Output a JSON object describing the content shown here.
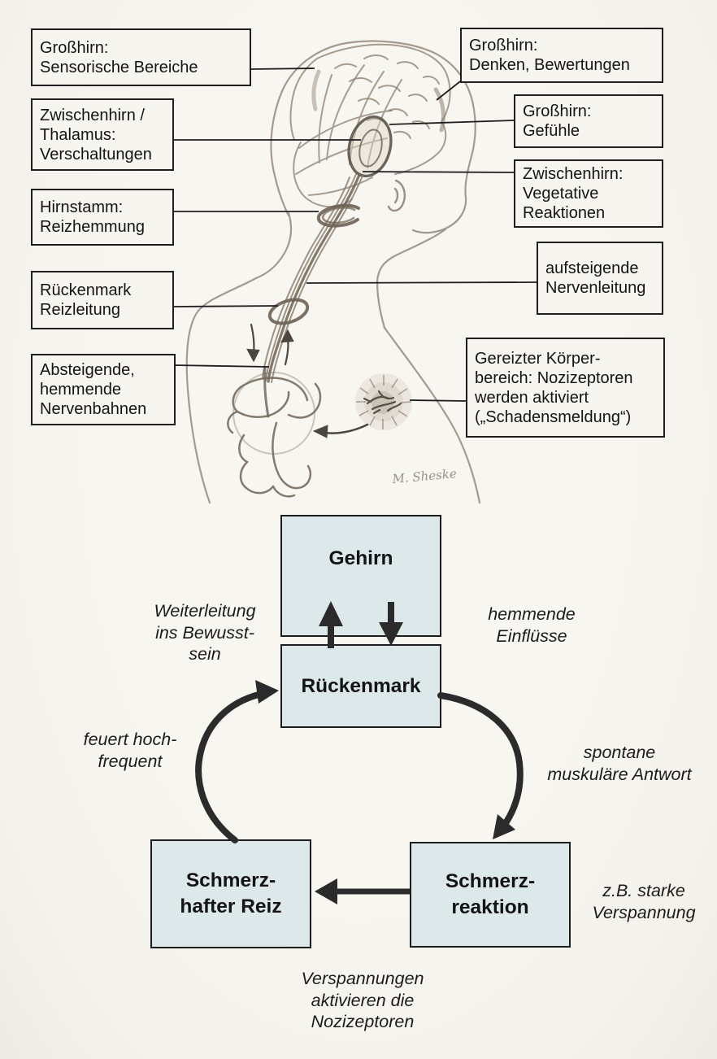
{
  "anatomy": {
    "labels_left": [
      {
        "text": "Großhirn:\nSensorische Bereiche"
      },
      {
        "text": "Zwischenhirn /\nThalamus:\nVerschaltungen"
      },
      {
        "text": "Hirnstamm:\nReizhemmung"
      },
      {
        "text": "Rückenmark\nReizleitung"
      },
      {
        "text": "Absteigende,\nhemmende\nNervenbahnen"
      }
    ],
    "labels_right": [
      {
        "text": "Großhirn:\nDenken, Bewertungen"
      },
      {
        "text": "Großhirn:\nGefühle"
      },
      {
        "text": "Zwischenhirn:\nVegetative\nReaktionen"
      },
      {
        "text": "aufsteigende\nNervenleitung"
      },
      {
        "text": "Gereizter Körper-\nbereich: Nozizeptoren\nwerden aktiviert\n(„Schadensmeldung“)"
      }
    ],
    "signature": "M. Sheske"
  },
  "flow": {
    "boxes": [
      {
        "id": "gehirn",
        "label": "Gehirn"
      },
      {
        "id": "rueckenmark",
        "label": "Rückenmark"
      },
      {
        "id": "schmerzhafter-reiz",
        "label": "Schmerz-\nhafter Reiz"
      },
      {
        "id": "schmerzreaktion",
        "label": "Schmerz-\nreaktion"
      }
    ],
    "annotations": [
      {
        "id": "weiterleitung",
        "text": "Weiterleitung\nins Bewusst-\nsein"
      },
      {
        "id": "hemmende",
        "text": "hemmende\nEinflüsse"
      },
      {
        "id": "feuert",
        "text": "feuert hoch-\nfrequent"
      },
      {
        "id": "spontane",
        "text": "spontane\nmuskuläre Antwort"
      },
      {
        "id": "zb",
        "text": "z.B. starke\nVerspannung"
      },
      {
        "id": "verspannungen",
        "text": "Verspannungen\naktivieren die\nNozizeptoren"
      }
    ]
  },
  "colors": {
    "paper": "#f6f4ef",
    "flow_box_fill": "#dce8ea",
    "box_border": "#1d1d1d",
    "arrow": "#2b2b2b",
    "pencil": "#93887a"
  }
}
